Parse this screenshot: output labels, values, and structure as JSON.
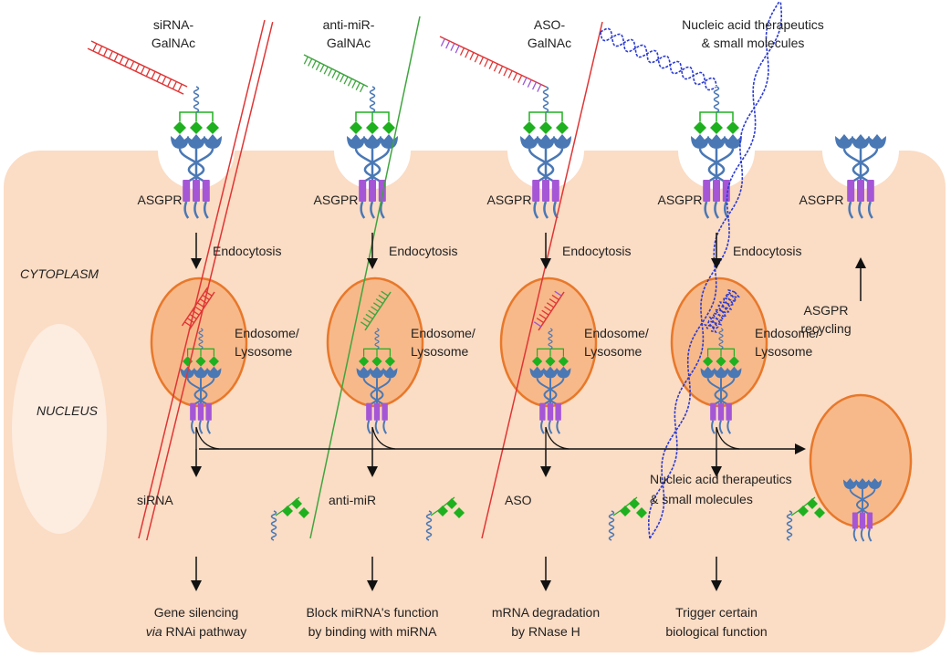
{
  "colors": {
    "cell": "#fbdcc4",
    "nucleus": "#fdece0",
    "endosome_fill": "#f7b98a",
    "endosome_stroke": "#e8782a",
    "sirna": "#e03535",
    "antimir": "#3fa53f",
    "aso": "#e03535",
    "aso_mod": "#9a55d6",
    "nucleic": "#2b3bd0",
    "receptor": "#4a78b5",
    "receptor_tm": "#a556d6",
    "galnac": "#1fb01f"
  },
  "top_labels": [
    {
      "line1": "siRNA-",
      "line2": "GalNAc"
    },
    {
      "line1": "anti-miR-",
      "line2": "GalNAc"
    },
    {
      "line1": "ASO-",
      "line2": "GalNAc"
    },
    {
      "line1": "Nucleic acid therapeutics",
      "line2": "& small molecules"
    }
  ],
  "receptor_label": "ASGPR",
  "endocytosis_label": "Endocytosis",
  "endosome_label": {
    "line1": "Endosome/",
    "line2": "Lysosome"
  },
  "recycling_label": {
    "line1": "ASGPR",
    "line2": "recycling"
  },
  "cytoplasm_label": "CYTOPLASM",
  "nucleus_label": "NUCLEUS",
  "released_labels": [
    {
      "line1": "siRNA",
      "line2": ""
    },
    {
      "line1": "anti-miR",
      "line2": ""
    },
    {
      "line1": "ASO",
      "line2": ""
    },
    {
      "line1": "Nucleic acid therapeutics",
      "line2": "& small molecules"
    }
  ],
  "outcomes": [
    {
      "line1": "Gene silencing",
      "line2_italic": "via",
      "line2": " RNAi pathway"
    },
    {
      "line1": "Block miRNA's function",
      "line2_italic": "",
      "line2": "by binding with miRNA"
    },
    {
      "line1": "mRNA degradation",
      "line2_italic": "",
      "line2": "by RNase H"
    },
    {
      "line1": "Trigger certain",
      "line2_italic": "",
      "line2": "biological function"
    }
  ]
}
